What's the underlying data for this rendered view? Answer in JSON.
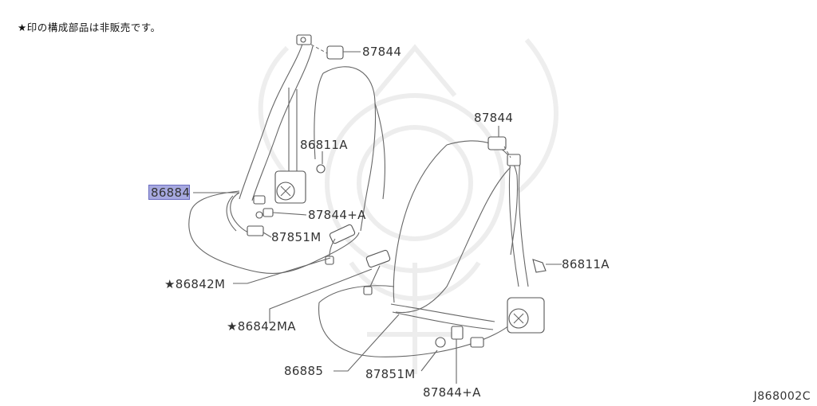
{
  "note": "★印の構成部品は非販売です。",
  "diagram_code": "J868002C",
  "highlighted_part": "86884",
  "labels": {
    "p87844_top": "87844",
    "p87844_right": "87844",
    "p86811A_left": "86811A",
    "p86811A_right": "86811A",
    "p86884": "86884",
    "p87844A_left": "87844+A",
    "p87851M_left": "87851M",
    "p86842M": "★86842M",
    "p86842MA": "★86842MA",
    "p86885": "86885",
    "p87851M_bottom": "87851M",
    "p87844A_bottom": "87844+A"
  }
}
